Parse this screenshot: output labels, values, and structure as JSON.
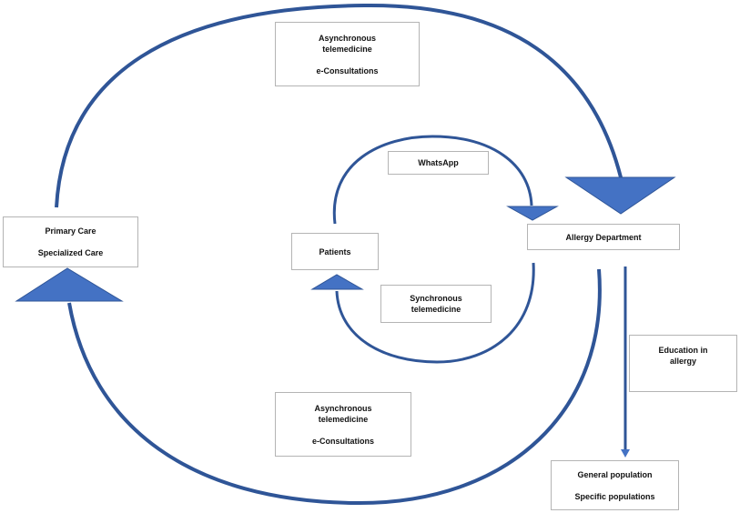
{
  "diagram": {
    "colors": {
      "accent": "#4472C4",
      "stroke": "#2f5597",
      "box_border": "#b4b4b4",
      "text": "#111111"
    },
    "nodes": {
      "top_flow": {
        "line1": "Asynchronous",
        "line2": "telemedicine",
        "line3": "e-Consultations"
      },
      "primary_care": {
        "line1": "Primary Care",
        "line2": "Specialized Care"
      },
      "whatsapp": {
        "line1": "WhatsApp"
      },
      "patients": {
        "line1": "Patients"
      },
      "allergy_department": {
        "line1": "Allergy Department"
      },
      "synchronous": {
        "line1": "Synchronous",
        "line2": "telemedicine"
      },
      "education": {
        "line1": "Education in",
        "line2": "allergy"
      },
      "bottom_flow": {
        "line1": "Asynchronous",
        "line2": "telemedicine",
        "line3": "e-Consultations"
      },
      "populations": {
        "line1": "General population",
        "line2": "Specific populations"
      }
    }
  }
}
